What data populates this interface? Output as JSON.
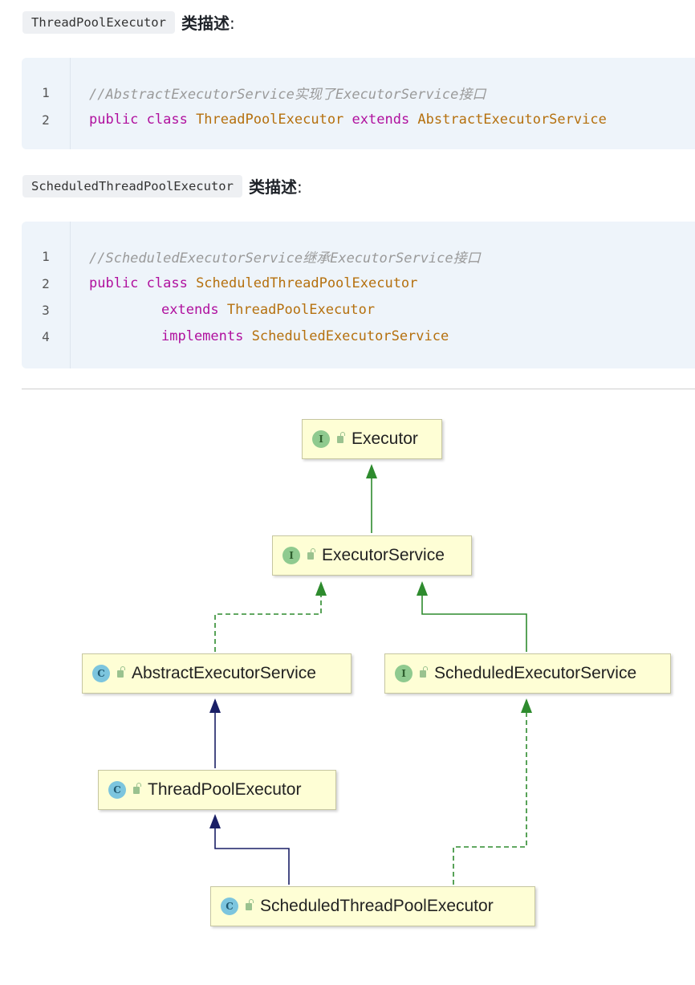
{
  "section1": {
    "code_tag": "ThreadPoolExecutor",
    "heading": "类描述",
    "colon": ":",
    "lines": [
      {
        "no": "1",
        "comment": "//AbstractExecutorService实现了ExecutorService接口"
      },
      {
        "no": "2",
        "kw": "public class ",
        "cls1": "ThreadPoolExecutor",
        "kw2": " extends ",
        "cls2": "AbstractExecutorService"
      }
    ]
  },
  "section2": {
    "code_tag": "ScheduledThreadPoolExecutor",
    "heading": "类描述",
    "colon": ":",
    "lines": [
      {
        "no": "1",
        "comment": "//ScheduledExecutorService继承ExecutorService接口"
      },
      {
        "no": "2",
        "kw": "public class ",
        "cls": "ScheduledThreadPoolExecutor"
      },
      {
        "no": "3",
        "kw": "extends ",
        "cls": "ThreadPoolExecutor"
      },
      {
        "no": "4",
        "kw": "implements ",
        "cls": "ScheduledExecutorService"
      }
    ]
  },
  "diagram": {
    "nodes": [
      {
        "id": "executor",
        "badge": "I",
        "kind": "interface",
        "name": "Executor"
      },
      {
        "id": "executor-service",
        "badge": "I",
        "kind": "interface",
        "name": "ExecutorService"
      },
      {
        "id": "abstract-executor-service",
        "badge": "C",
        "kind": "abstract-class",
        "name": "AbstractExecutorService"
      },
      {
        "id": "scheduled-executor-service",
        "badge": "I",
        "kind": "interface",
        "name": "ScheduledExecutorService"
      },
      {
        "id": "thread-pool-executor",
        "badge": "C",
        "kind": "class",
        "name": "ThreadPoolExecutor"
      },
      {
        "id": "scheduled-thread-pool-executor",
        "badge": "C",
        "kind": "class",
        "name": "ScheduledThreadPoolExecutor"
      }
    ],
    "edges": [
      {
        "from": "executor-service",
        "to": "executor",
        "type": "extends-interface"
      },
      {
        "from": "abstract-executor-service",
        "to": "executor-service",
        "type": "implements"
      },
      {
        "from": "scheduled-executor-service",
        "to": "executor-service",
        "type": "extends-interface"
      },
      {
        "from": "thread-pool-executor",
        "to": "abstract-executor-service",
        "type": "extends"
      },
      {
        "from": "scheduled-thread-pool-executor",
        "to": "thread-pool-executor",
        "type": "extends"
      },
      {
        "from": "scheduled-thread-pool-executor",
        "to": "scheduled-executor-service",
        "type": "implements"
      }
    ],
    "colors": {
      "interface_edge": "#2e8b2e",
      "class_edge": "#1a1f66",
      "box_fill": "#fefed5"
    }
  }
}
